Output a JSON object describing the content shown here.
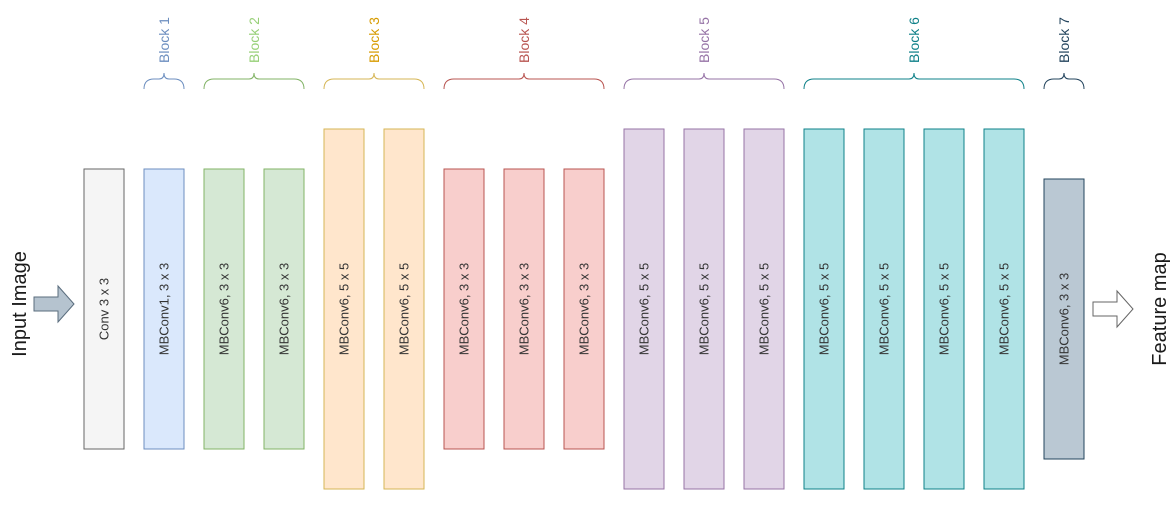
{
  "input_label": "Input Image",
  "output_label": "Feature map",
  "colors": {
    "input_arrow_fill": "#b5c3cf",
    "input_arrow_stroke": "#5a6d7e",
    "output_arrow_fill": "#ffffff",
    "output_arrow_stroke": "#666666"
  },
  "blocks": [
    {
      "label": "",
      "color": "#f5f5f5",
      "stroke": "#666666",
      "text_color": "#666666",
      "layers": [
        "Conv 3 x 3"
      ],
      "height": "short"
    },
    {
      "label": "Block 1",
      "color": "#dae8fc",
      "stroke": "#6c8ebf",
      "text_color": "#6c8ebf",
      "layers": [
        "MBConv1, 3 x 3"
      ],
      "height": "short"
    },
    {
      "label": "Block 2",
      "color": "#d5e8d4",
      "stroke": "#82b366",
      "text_color": "#97d077",
      "layers": [
        "MBConv6, 3 x 3",
        "MBConv6, 3 x 3"
      ],
      "height": "short"
    },
    {
      "label": "Block 3",
      "color": "#ffe6cc",
      "stroke": "#d6b656",
      "text_color": "#d79b00",
      "layers": [
        "MBConv6, 5 x 5",
        "MBConv6, 5 x 5"
      ],
      "height": "tall"
    },
    {
      "label": "Block 4",
      "color": "#f8cecc",
      "stroke": "#b85450",
      "text_color": "#b85450",
      "layers": [
        "MBConv6, 3 x 3",
        "MBConv6, 3 x 3",
        "MBConv6, 3 x 3"
      ],
      "height": "short"
    },
    {
      "label": "Block 5",
      "color": "#e1d5e7",
      "stroke": "#9673a6",
      "text_color": "#9673a6",
      "layers": [
        "MBConv6, 5 x 5",
        "MBConv6, 5 x 5",
        "MBConv6, 5 x 5"
      ],
      "height": "tall"
    },
    {
      "label": "Block 6",
      "color": "#b0e3e6",
      "stroke": "#0e8088",
      "text_color": "#0e8088",
      "layers": [
        "MBConv6, 5 x 5",
        "MBConv6, 5 x 5",
        "MBConv6, 5 x 5",
        "MBConv6, 5 x 5"
      ],
      "height": "tall"
    },
    {
      "label": "Block 7",
      "color": "#bac8d3",
      "stroke": "#23445d",
      "text_color": "#23445d",
      "layers": [
        "MBConv6, 3 x 3"
      ],
      "height": "medium"
    }
  ]
}
